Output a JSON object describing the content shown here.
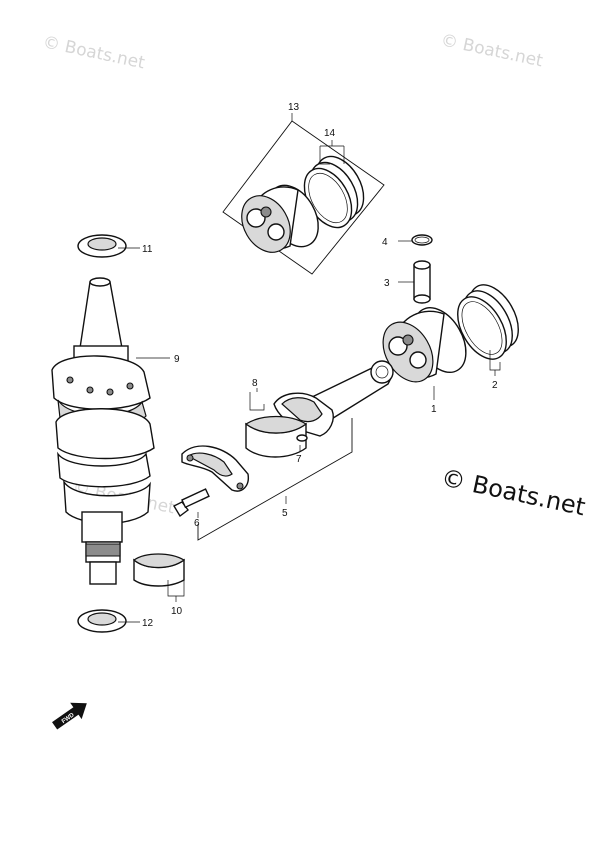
{
  "watermarks": {
    "top_left": "© Boats.net",
    "top_right": "© Boats.net",
    "center_left": "© Boats.net",
    "main": "© Boats.net"
  },
  "fwd_label": "FWD",
  "callouts": {
    "c1": "1",
    "c2": "2",
    "c3": "3",
    "c4": "4",
    "c5": "5",
    "c6": "6",
    "c7": "7",
    "c8": "8",
    "c9": "9",
    "c10": "10",
    "c11": "11",
    "c12": "12",
    "c13": "13",
    "c14": "14"
  },
  "icons": [
    "fwd-arrow-icon"
  ]
}
